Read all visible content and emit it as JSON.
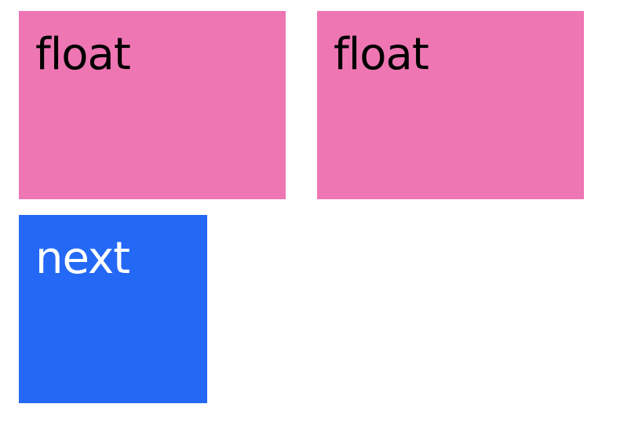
{
  "boxes": {
    "float_1": {
      "label": "float",
      "background": "#ee76b3",
      "color": "#000000"
    },
    "float_2": {
      "label": "float",
      "background": "#ee76b3",
      "color": "#000000"
    },
    "next": {
      "label": "next",
      "background": "#2469f6",
      "color": "#ffffff"
    }
  }
}
